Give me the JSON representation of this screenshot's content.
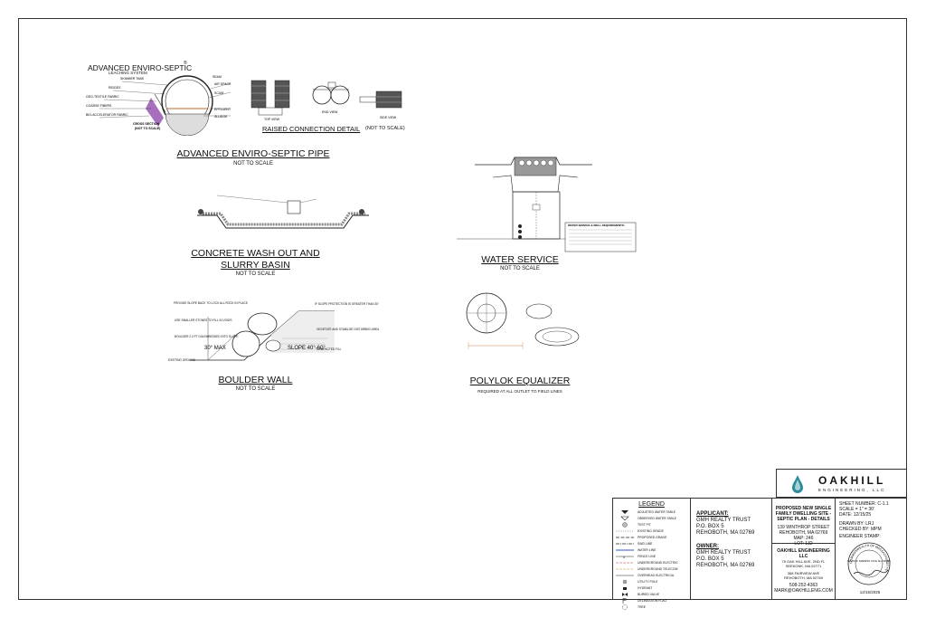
{
  "details": {
    "enviro": {
      "heading": "ADVANCED ENVIRO-SEPTIC",
      "subheading": "LEACHING SYSTEM",
      "registered": "®",
      "title": "ADVANCED ENVIRO-SEPTIC PIPE",
      "subtitle": "NOT TO SCALE",
      "labels": [
        "SKIMMER TABS",
        "RIDGES",
        "GEO-TEXTILE FABRIC",
        "COARSE FIBERS",
        "BIO-ACCELERATOR FABRIC",
        "SEAM",
        "AIR SPACE",
        "SCUM",
        "EFFLUENT",
        "SLUDGE",
        "CROSS SECTION",
        "(NOT TO SCALE)"
      ]
    },
    "raised": {
      "title": "RAISED CONNECTION DETAIL",
      "note": "(NOT TO SCALE)",
      "top_view": "TOP VIEW",
      "end_view": "END VIEW",
      "side_view": "SIDE VIEW"
    },
    "washout": {
      "title_line1": "CONCRETE WASH OUT AND",
      "title_line2": "SLURRY BASIN",
      "subtitle": "NOT TO SCALE"
    },
    "water": {
      "title": "WATER SERVICE",
      "subtitle": "NOT TO SCALE",
      "note_title": "WATER SERVICE & WELL REQUIREMENTS:"
    },
    "boulder": {
      "title": "BOULDER WALL",
      "subtitle": "NOT TO SCALE",
      "max_label": "30° MAX",
      "slope_label": "SLOPE  40°-60°",
      "labels": [
        "PROVIDE SLOPE BACK TO LOCK ALL ROCK IN PLACE",
        "USE SMALLER STONES TO FILL IN VOIDS",
        "BOULDER 2-3 FT DIA EMBEDDED INTO SLOPE",
        "EXISTING GROUND",
        "IF SLOPE PROTECTION IS GREATER THAN 30'",
        "VEGETATE AND STABILIZE DISTURBED AREA",
        "COMPACTED FILL"
      ]
    },
    "polylok": {
      "title": "POLYLOK EQUALIZER",
      "subtitle": "REQUIRED AT ALL OUTLET TO FIELD LINES"
    }
  },
  "legend": {
    "title": "LEGEND",
    "items": [
      {
        "symbol": "triangle-down",
        "label": "ADJUSTED WATER TABLE"
      },
      {
        "symbol": "triangle-down-open",
        "label": "OBSERVED WATER TABLE"
      },
      {
        "symbol": "circle-hatched",
        "label": "TEST PIT"
      },
      {
        "symbol": "dash-short",
        "label": "EXISTING GRADE"
      },
      {
        "symbol": "dash-long",
        "label": "PROPOSED GRADE"
      },
      {
        "symbol": "dash-dot",
        "label": "SWD LINE"
      },
      {
        "symbol": "solid-blue",
        "label": "WATER LINE"
      },
      {
        "symbol": "x-line",
        "label": "FENCE LINE"
      },
      {
        "symbol": "e-line",
        "label": "UNDERGROUND ELECTRIC"
      },
      {
        "symbol": "t-line",
        "label": "UNDERGROUND TELECOM"
      },
      {
        "symbol": "oh-line",
        "label": "OVERHEAD ELECTRICAL"
      },
      {
        "symbol": "pole",
        "label": "UTILITY POLE"
      },
      {
        "symbol": "hydrant",
        "label": "HYDRANT"
      },
      {
        "symbol": "valve",
        "label": "BURIED VALVE"
      },
      {
        "symbol": "flag",
        "label": "DELINEATION FLAG"
      },
      {
        "symbol": "tree",
        "label": "TREE"
      }
    ]
  },
  "parties": {
    "applicant_label": "APPLICANT:",
    "applicant_lines": [
      "GMH REALTY TRUST",
      "P.O. BOX 5",
      "REHOBOTH, MA 02769"
    ],
    "owner_label": "OWNER:",
    "owner_lines": [
      "GMH REALTY TRUST",
      "P.O. BOX 5",
      "REHOBOTH, MA 02769"
    ]
  },
  "project": {
    "title_lines": [
      "PROPOSED NEW SINGLE",
      "FAMILY DWELLING SITE -",
      "SEPTIC PLAN - DETAILS"
    ],
    "address_lines": [
      "139 WINTHROP STREET",
      "REHOBOTH, MA 02769",
      "MAP: 246",
      "LOT: 132"
    ]
  },
  "company": {
    "name": "OAKHILL ENGINEERING LLC",
    "address_lines": [
      "75 OAK HILL AVE, 2ND FL",
      "SEEKONK, MA 02771",
      "368 FAIRVIEW AVE",
      "REHOBOTH, MA 02769"
    ],
    "phone": "508-252-4363",
    "email": "MARK@OAKHILLENG.COM"
  },
  "logo": {
    "name": "OAKHILL",
    "tagline": "ENGINEERING, LLC"
  },
  "sheet_info": {
    "sheet_number": "SHEET NUMBER: C-1.1",
    "scale": "SCALE = 1\" = 30'",
    "date": "DATE: 12/15/25",
    "drawn_by": "DRAWN BY: LRJ",
    "checked_by": "CHECKED BY: MPM",
    "stamp_label": "ENGINEER STAMP:"
  },
  "stamp": {
    "ring_text": "COMMONWEALTH OF MASSACHUSETTS",
    "inner_text": "MARK P. MARINO CIVIL No. 50965",
    "date": "12/15/2025"
  },
  "colors": {
    "line": "#222222",
    "logo_accent": "#2a8c9a",
    "water_line": "#3355cc"
  }
}
